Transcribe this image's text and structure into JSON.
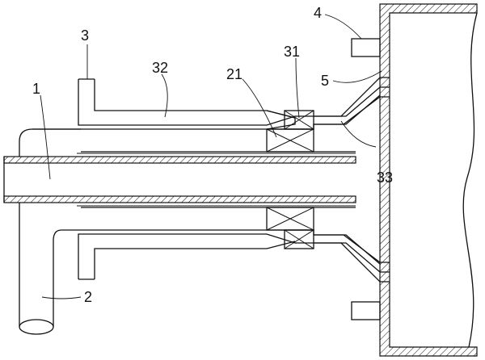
{
  "labels": {
    "l1": "1",
    "l2": "2",
    "l3": "3",
    "l4": "4",
    "l5": "5",
    "l21": "21",
    "l31": "31",
    "l32": "32",
    "l33": "33"
  }
}
